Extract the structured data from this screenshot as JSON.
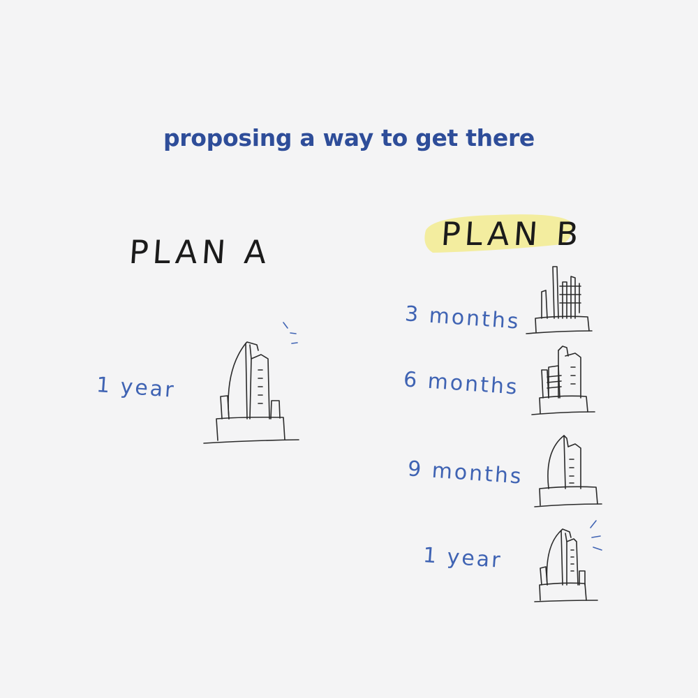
{
  "title": "proposing a way to get there",
  "colors": {
    "title": "#2e4d99",
    "handwriting": "#3f63b3",
    "highlight": "#f2ec9a",
    "sketch": "#2a2a2a",
    "background": "#f4f4f5"
  },
  "plan_a": {
    "label": "PLAN A",
    "steps": [
      {
        "duration": "1 year",
        "icon": "complete-building-sketch-icon"
      }
    ]
  },
  "plan_b": {
    "label": "PLAN B",
    "steps": [
      {
        "duration": "3 months",
        "icon": "scaffold-building-sketch-icon"
      },
      {
        "duration": "6 months",
        "icon": "partial-building-sketch-icon"
      },
      {
        "duration": "9 months",
        "icon": "near-complete-building-sketch-icon"
      },
      {
        "duration": "1 year",
        "icon": "complete-building-sketch-icon"
      }
    ]
  }
}
